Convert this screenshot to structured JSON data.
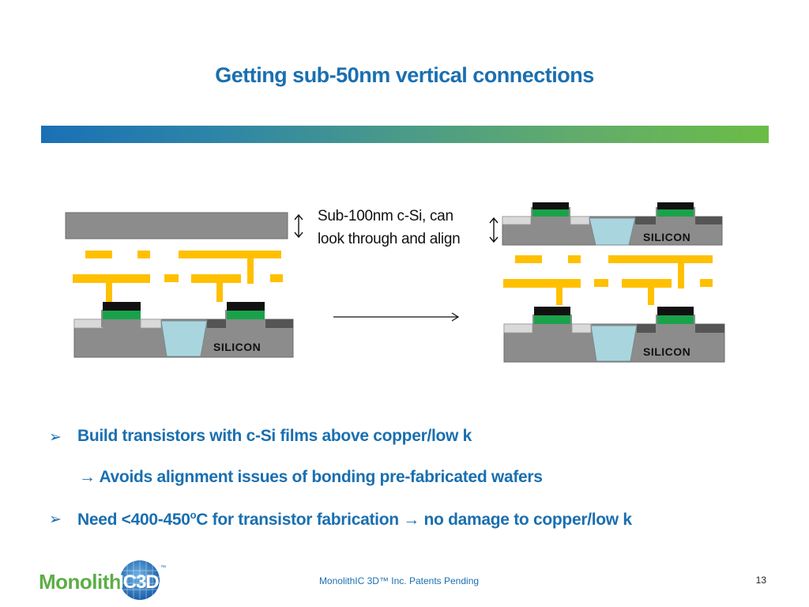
{
  "slide": {
    "title": "Getting sub-50nm vertical connections",
    "page_number": "13",
    "footer": "MonolithIC 3D™ Inc. Patents Pending"
  },
  "diagram": {
    "annotation_line1": "Sub-100nm c-Si, can",
    "annotation_line2": "look through and align",
    "silicon_label": "SILICON",
    "colors": {
      "substrate": "#8c8c8c",
      "oxide_fill": "#a9d6de",
      "gate_black": "#111111",
      "gate_green": "#1aa24b",
      "wire": "#ffc000",
      "spacer": "#d9d9d9",
      "dark_ledge": "#555555"
    }
  },
  "bullets": [
    {
      "marker": "➢",
      "text": "Build transistors with c-Si films above copper/low k"
    },
    {
      "arrow": "→",
      "text": "Avoids alignment issues of bonding pre-fabricated wafers"
    },
    {
      "marker": "➢",
      "text_before": "Need <400-450",
      "superscript": "o",
      "text_mid": "C for transistor fabrication ",
      "arrow": "→",
      "text_after": " no damage to copper/low k"
    }
  ],
  "logo": {
    "text": "MonolithIC3D",
    "text_prefix": "Monolith",
    "text_suffix": "IC3D",
    "trademark": "™"
  }
}
